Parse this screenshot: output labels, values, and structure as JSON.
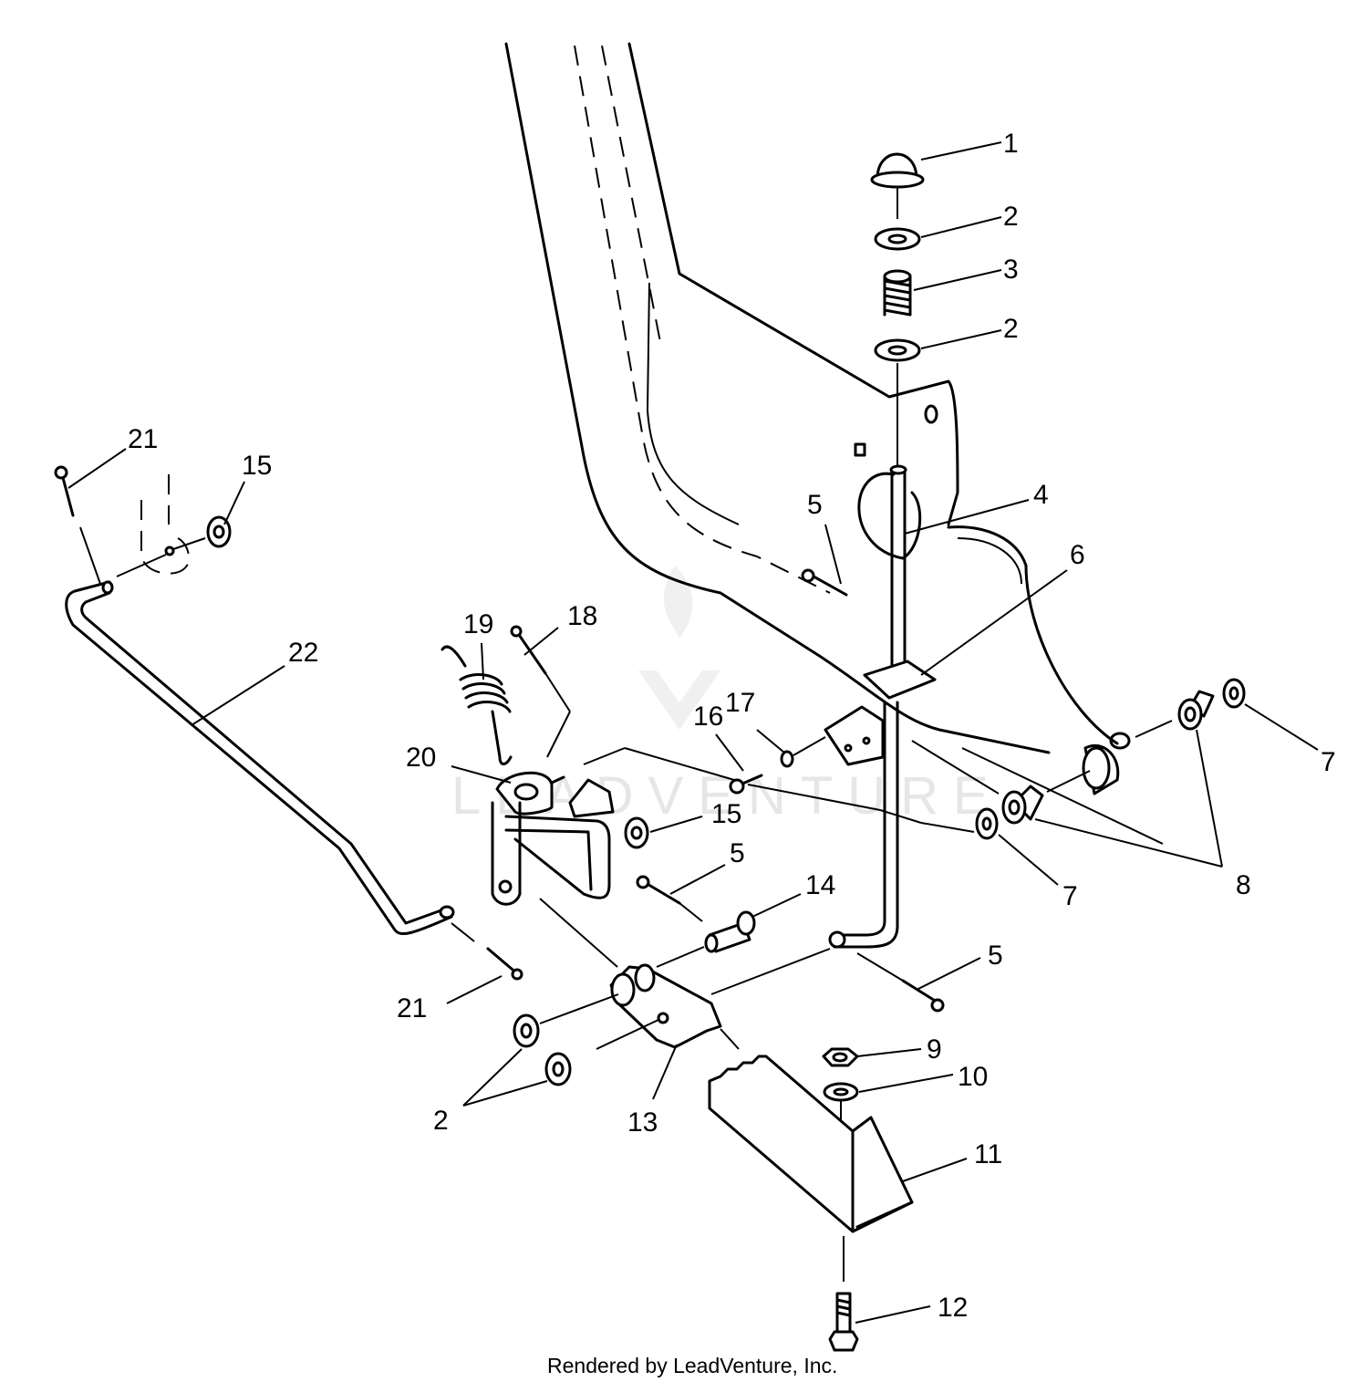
{
  "watermark": "LEADVENTURE",
  "credit": "Rendered by LeadVenture, Inc.",
  "callouts": [
    {
      "id": "c1",
      "label": "1"
    },
    {
      "id": "c2a",
      "label": "2"
    },
    {
      "id": "c3",
      "label": "3"
    },
    {
      "id": "c2b",
      "label": "2"
    },
    {
      "id": "c21a",
      "label": "21"
    },
    {
      "id": "c15a",
      "label": "15"
    },
    {
      "id": "c5a",
      "label": "5"
    },
    {
      "id": "c4",
      "label": "4"
    },
    {
      "id": "c6",
      "label": "6"
    },
    {
      "id": "c19",
      "label": "19"
    },
    {
      "id": "c18",
      "label": "18"
    },
    {
      "id": "c22",
      "label": "22"
    },
    {
      "id": "c16",
      "label": "16"
    },
    {
      "id": "c17",
      "label": "17"
    },
    {
      "id": "c7a",
      "label": "7"
    },
    {
      "id": "c20",
      "label": "20"
    },
    {
      "id": "c15b",
      "label": "15"
    },
    {
      "id": "c5b",
      "label": "5"
    },
    {
      "id": "c14",
      "label": "14"
    },
    {
      "id": "c7b",
      "label": "7"
    },
    {
      "id": "c8",
      "label": "8"
    },
    {
      "id": "c5c",
      "label": "5"
    },
    {
      "id": "c21b",
      "label": "21"
    },
    {
      "id": "c9",
      "label": "9"
    },
    {
      "id": "c10",
      "label": "10"
    },
    {
      "id": "c2c",
      "label": "2"
    },
    {
      "id": "c13",
      "label": "13"
    },
    {
      "id": "c11",
      "label": "11"
    },
    {
      "id": "c12",
      "label": "12"
    }
  ]
}
